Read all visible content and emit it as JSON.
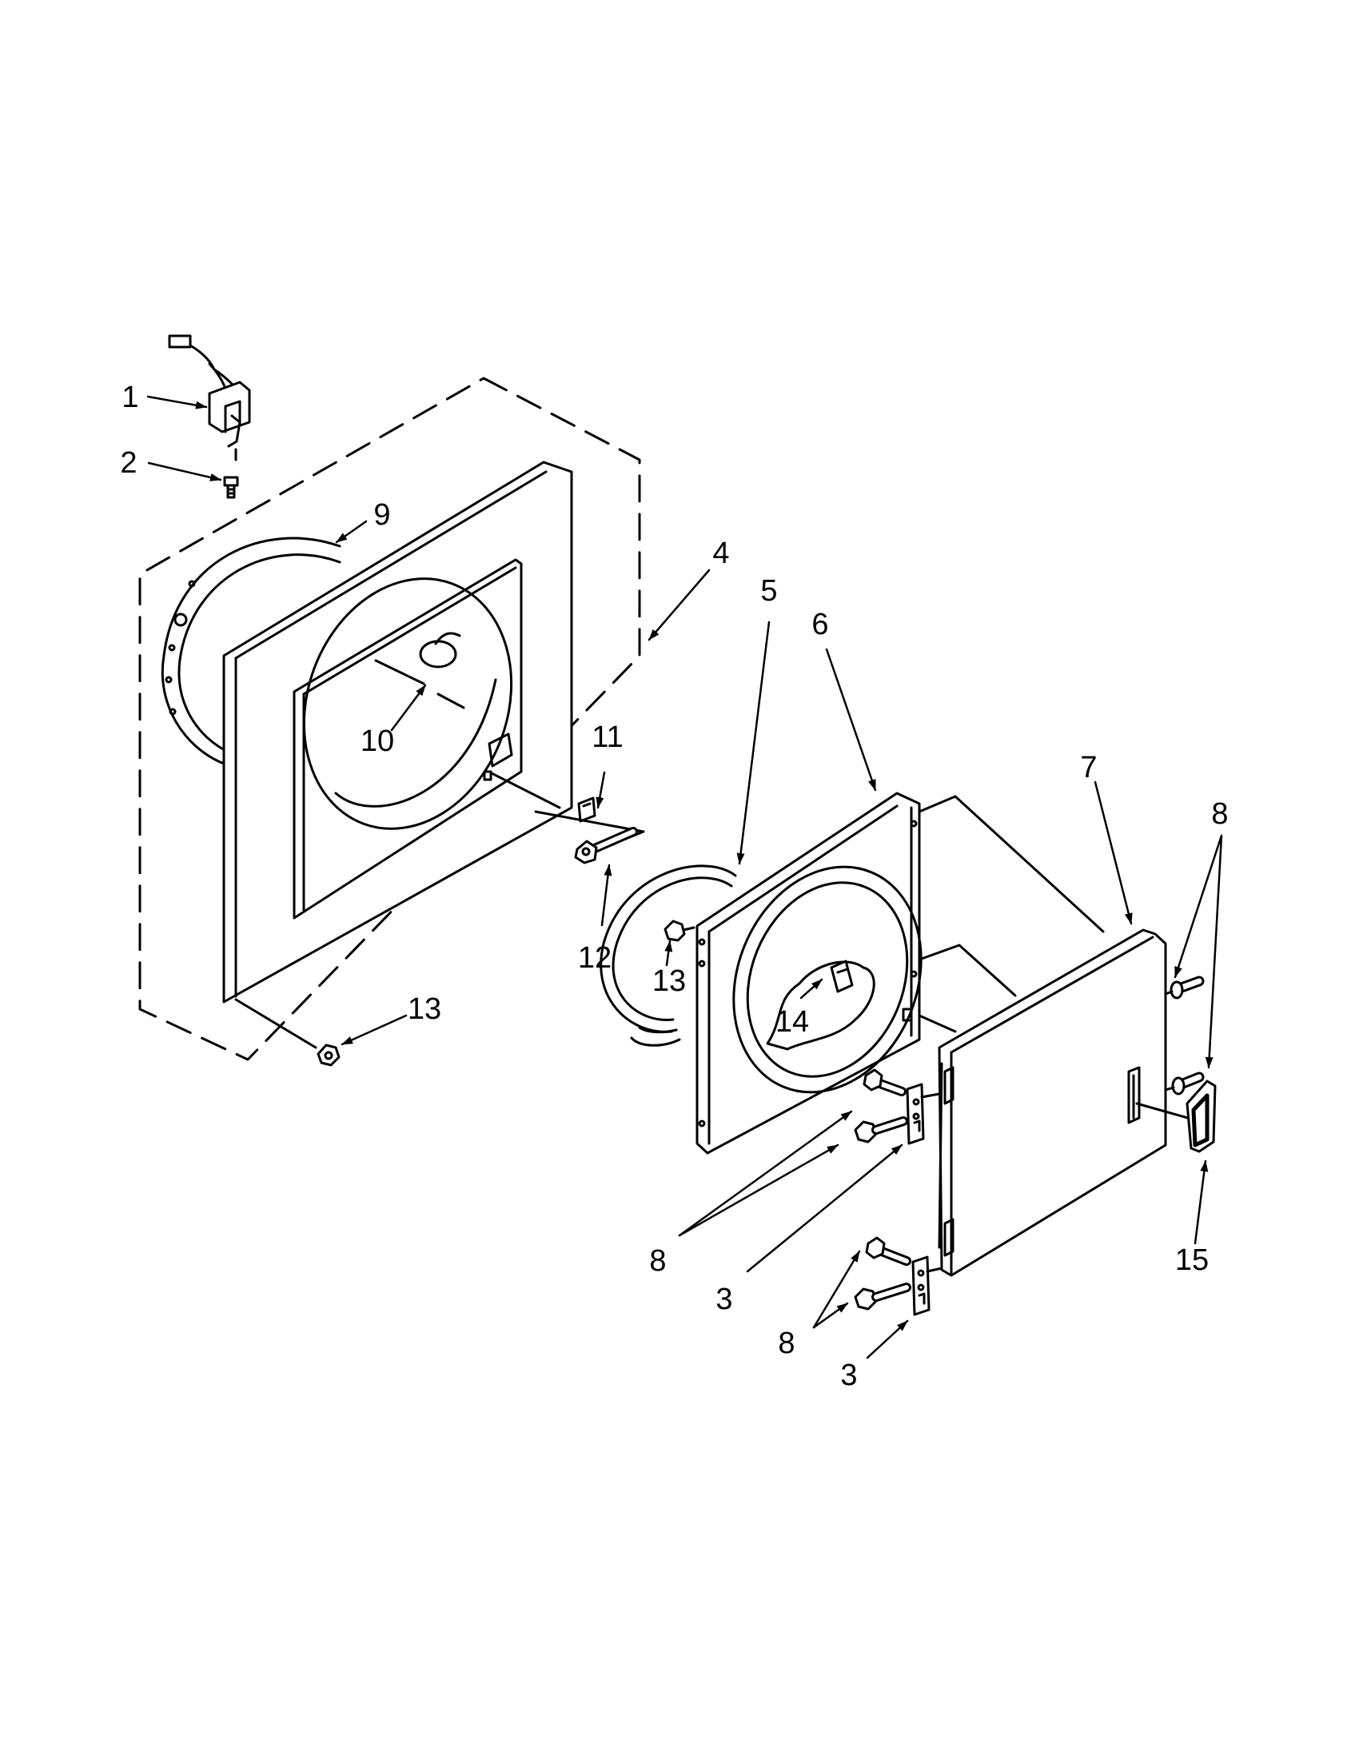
{
  "callouts": [
    {
      "id": "1",
      "label": "1"
    },
    {
      "id": "2",
      "label": "2"
    },
    {
      "id": "9",
      "label": "9"
    },
    {
      "id": "4",
      "label": "4"
    },
    {
      "id": "5",
      "label": "5"
    },
    {
      "id": "6",
      "label": "6"
    },
    {
      "id": "10",
      "label": "10"
    },
    {
      "id": "11",
      "label": "11"
    },
    {
      "id": "7",
      "label": "7"
    },
    {
      "id": "8a",
      "label": "8"
    },
    {
      "id": "12",
      "label": "12"
    },
    {
      "id": "13a",
      "label": "13"
    },
    {
      "id": "13b",
      "label": "13"
    },
    {
      "id": "14",
      "label": "14"
    },
    {
      "id": "15",
      "label": "15"
    },
    {
      "id": "8b",
      "label": "8"
    },
    {
      "id": "3a",
      "label": "3"
    },
    {
      "id": "8c",
      "label": "8"
    },
    {
      "id": "3b",
      "label": "3"
    }
  ],
  "colors": {
    "line": "#000000",
    "panel_fill": "#ffffff"
  }
}
